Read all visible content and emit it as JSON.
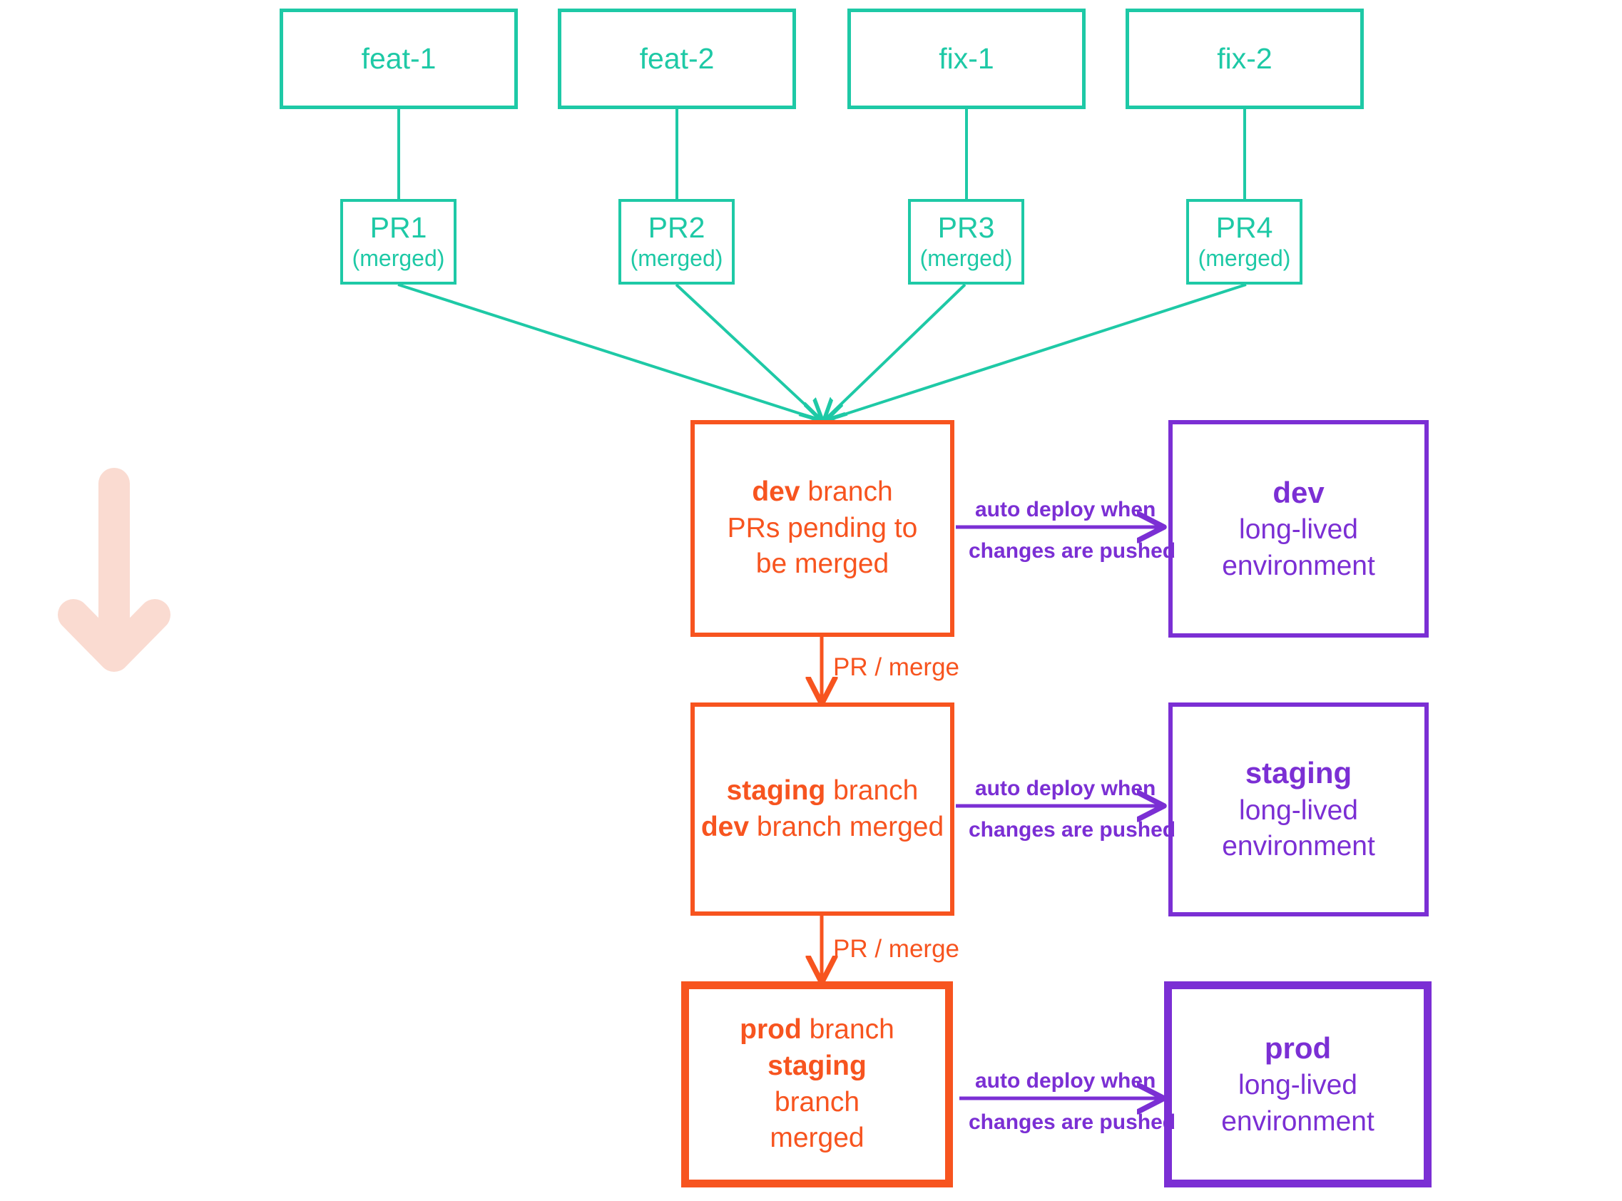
{
  "diagram": {
    "title": "Git branching and deployment flow",
    "colors": {
      "feature": "#1ec9a6",
      "branch": "#f7541f",
      "environment": "#7b2fd4",
      "flow_arrow": "#fadbd1",
      "background": "#ffffff"
    }
  },
  "feature_branches": [
    {
      "label": "feat-1"
    },
    {
      "label": "feat-2"
    },
    {
      "label": "fix-1"
    },
    {
      "label": "fix-2"
    }
  ],
  "pull_requests": [
    {
      "title": "PR1",
      "status": "(merged)"
    },
    {
      "title": "PR2",
      "status": "(merged)"
    },
    {
      "title": "PR3",
      "status": "(merged)"
    },
    {
      "title": "PR4",
      "status": "(merged)"
    }
  ],
  "branches": [
    {
      "name": "dev",
      "suffix": " branch",
      "detail_plain": "PRs pending to be merged",
      "detail_bold": "",
      "detail_tail": ""
    },
    {
      "name": "staging",
      "suffix": " branch",
      "detail_plain": "",
      "detail_bold": "dev",
      "detail_tail": " branch merged"
    },
    {
      "name": "prod",
      "suffix": " branch",
      "detail_plain": "",
      "detail_bold": "staging",
      "detail_tail": " branch merged"
    }
  ],
  "environments": [
    {
      "name": "dev",
      "sub_line1": "long-lived",
      "sub_line2": "environment"
    },
    {
      "name": "staging",
      "sub_line1": "long-lived",
      "sub_line2": "environment"
    },
    {
      "name": "prod",
      "sub_line1": "long-lived",
      "sub_line2": "environment"
    }
  ],
  "edge_labels": {
    "deploy_top": "auto deploy when",
    "deploy_bottom": "changes are pushed",
    "merge": "PR / merge"
  }
}
